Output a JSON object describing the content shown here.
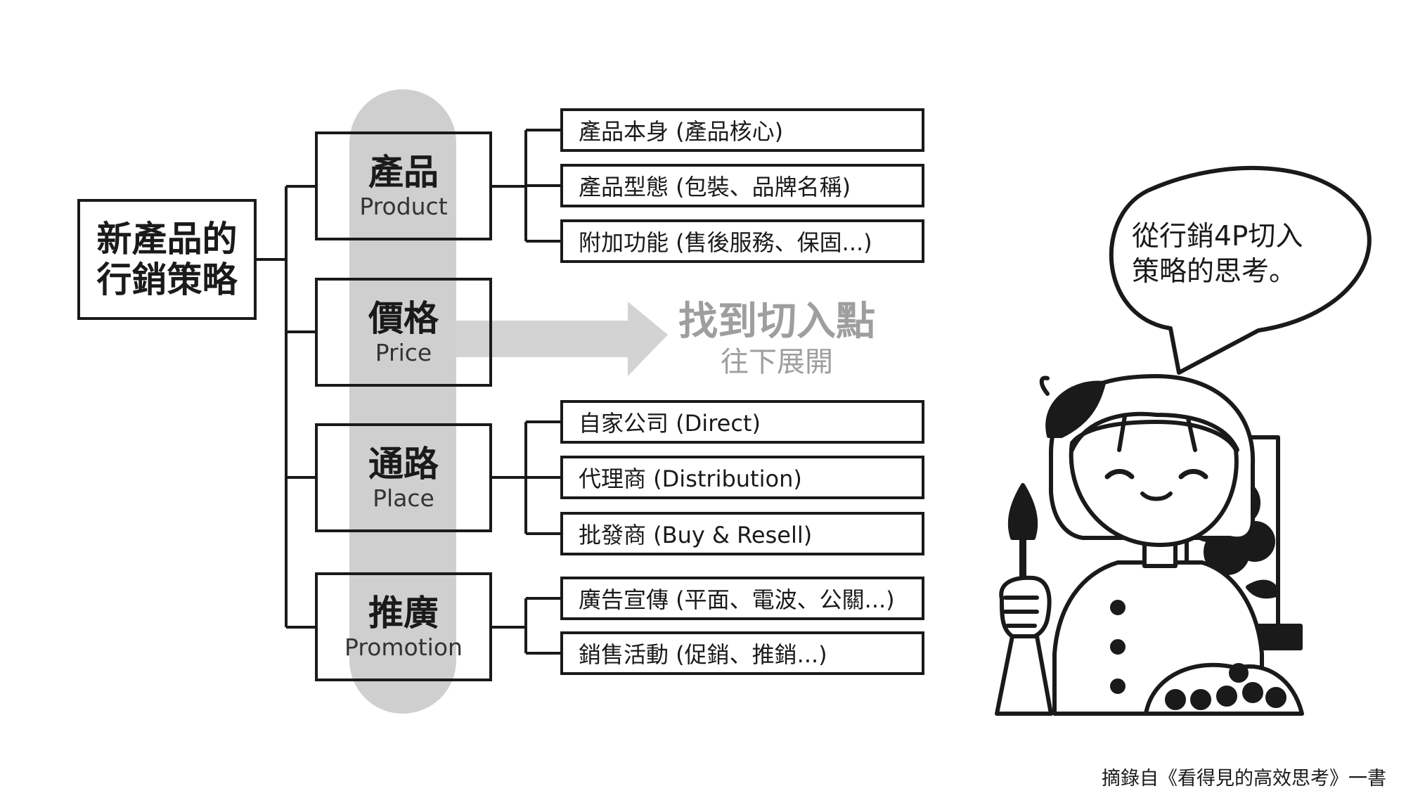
{
  "root": {
    "label": "新產品的行銷策略"
  },
  "categories": [
    {
      "zh": "產品",
      "en": "Product"
    },
    {
      "zh": "價格",
      "en": "Price"
    },
    {
      "zh": "通路",
      "en": "Place"
    },
    {
      "zh": "推廣",
      "en": "Promotion"
    }
  ],
  "product_items": [
    "產品本身 (產品核心)",
    "產品型態 (包裝、品牌名稱)",
    "附加功能 (售後服務、保固...)"
  ],
  "place_items": [
    "自家公司 (Direct)",
    "代理商 (Distribution)",
    "批發商 (Buy & Resell)"
  ],
  "promotion_items": [
    "廣告宣傳 (平面、電波、公關...)",
    "銷售活動 (促銷、推銷...)"
  ],
  "arrow": {
    "title": "找到切入點",
    "subtitle": "往下展開"
  },
  "bubble": {
    "line1": "從行銷4P切入",
    "line2": "策略的思考。"
  },
  "source": "摘錄自《看得見的高效思考》一書",
  "colors": {
    "line": "#1a1a1a",
    "highlight": "#cfcfcf",
    "arrow": "#d3d3d3",
    "arrow_text": "#9e9e9e"
  }
}
